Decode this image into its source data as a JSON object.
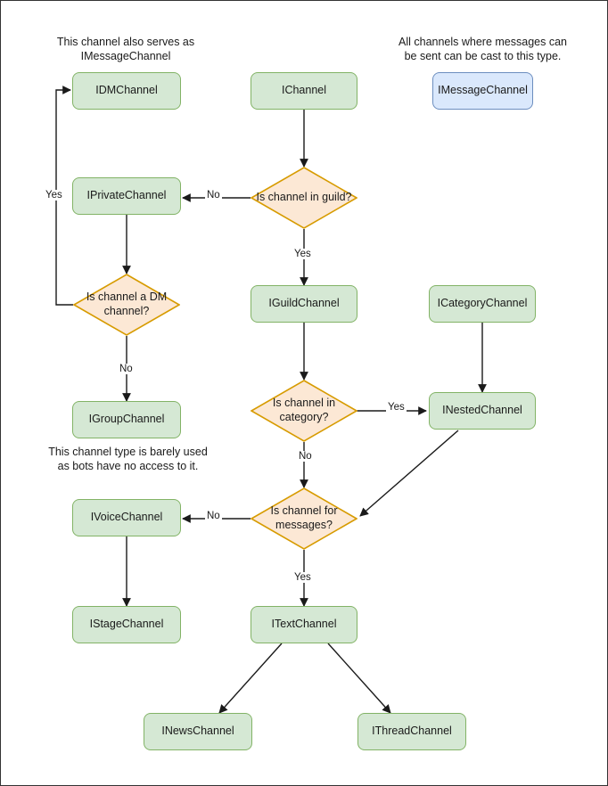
{
  "diagram": {
    "title": "Discord channel interface hierarchy flowchart",
    "colors": {
      "node_green_fill": "#d5e8d4",
      "node_green_stroke": "#82b366",
      "node_blue_fill": "#dae8fc",
      "node_blue_stroke": "#6c8ebf",
      "decision_fill": "#fce8d5",
      "decision_stroke": "#d79b00",
      "edge_stroke": "#1a1a1a",
      "canvas_bg": "#ffffff",
      "canvas_border": "#333333"
    },
    "notes": [
      {
        "id": "note-dm",
        "text": "This channel also serves as IMessageChannel"
      },
      {
        "id": "note-message",
        "text": "All channels where messages can be sent can be cast to this type."
      },
      {
        "id": "note-group",
        "text": "This channel type is barely used as bots have no access to it."
      }
    ],
    "nodes": [
      {
        "id": "idmchannel",
        "label": "IDMChannel",
        "kind": "green"
      },
      {
        "id": "ichannel",
        "label": "IChannel",
        "kind": "green"
      },
      {
        "id": "imessagechannel",
        "label": "IMessageChannel",
        "kind": "blue"
      },
      {
        "id": "iprivatechannel",
        "label": "IPrivateChannel",
        "kind": "green"
      },
      {
        "id": "iguildchannel",
        "label": "IGuildChannel",
        "kind": "green"
      },
      {
        "id": "icategorychannel",
        "label": "ICategoryChannel",
        "kind": "green"
      },
      {
        "id": "igroupchannel",
        "label": "IGroupChannel",
        "kind": "green"
      },
      {
        "id": "inestedchannel",
        "label": "INestedChannel",
        "kind": "green"
      },
      {
        "id": "ivoicechannel",
        "label": "IVoiceChannel",
        "kind": "green"
      },
      {
        "id": "istagechannel",
        "label": "IStageChannel",
        "kind": "green"
      },
      {
        "id": "itextchannel",
        "label": "ITextChannel",
        "kind": "green"
      },
      {
        "id": "inewschannel",
        "label": "INewsChannel",
        "kind": "green"
      },
      {
        "id": "ithreadchannel",
        "label": "IThreadChannel",
        "kind": "green"
      }
    ],
    "decisions": [
      {
        "id": "in-guild",
        "label": "Is channel in guild?"
      },
      {
        "id": "is-dm",
        "label": "Is channel a DM channel?"
      },
      {
        "id": "in-category",
        "label": "Is channel in category?"
      },
      {
        "id": "for-messages",
        "label": "Is channel for messages?"
      }
    ],
    "edge_labels": [
      {
        "id": "guild-no",
        "text": "No"
      },
      {
        "id": "guild-yes",
        "text": "Yes"
      },
      {
        "id": "dm-yes",
        "text": "Yes"
      },
      {
        "id": "dm-no",
        "text": "No"
      },
      {
        "id": "category-yes",
        "text": "Yes"
      },
      {
        "id": "category-no",
        "text": "No"
      },
      {
        "id": "messages-no",
        "text": "No"
      },
      {
        "id": "messages-yes",
        "text": "Yes"
      }
    ]
  }
}
